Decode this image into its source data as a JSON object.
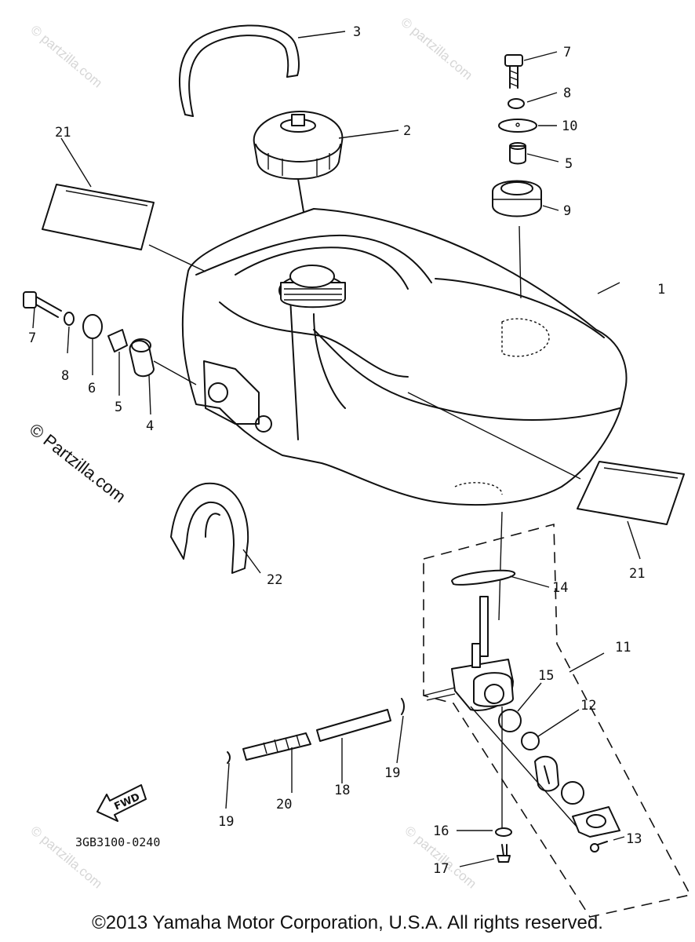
{
  "diagram": {
    "callouts": [
      {
        "id": "c1",
        "text": "1"
      },
      {
        "id": "c2",
        "text": "2"
      },
      {
        "id": "c3",
        "text": "3"
      },
      {
        "id": "c4",
        "text": "4"
      },
      {
        "id": "c5a",
        "text": "5"
      },
      {
        "id": "c5b",
        "text": "5"
      },
      {
        "id": "c6",
        "text": "6"
      },
      {
        "id": "c7a",
        "text": "7"
      },
      {
        "id": "c7b",
        "text": "7"
      },
      {
        "id": "c8a",
        "text": "8"
      },
      {
        "id": "c8b",
        "text": "8"
      },
      {
        "id": "c9",
        "text": "9"
      },
      {
        "id": "c10",
        "text": "10"
      },
      {
        "id": "c11",
        "text": "11"
      },
      {
        "id": "c12",
        "text": "12"
      },
      {
        "id": "c13",
        "text": "13"
      },
      {
        "id": "c14",
        "text": "14"
      },
      {
        "id": "c15",
        "text": "15"
      },
      {
        "id": "c16",
        "text": "16"
      },
      {
        "id": "c17",
        "text": "17"
      },
      {
        "id": "c18",
        "text": "18"
      },
      {
        "id": "c19a",
        "text": "19"
      },
      {
        "id": "c19b",
        "text": "19"
      },
      {
        "id": "c20",
        "text": "20"
      },
      {
        "id": "c21a",
        "text": "21"
      },
      {
        "id": "c21b",
        "text": "21"
      },
      {
        "id": "c22",
        "text": "22"
      }
    ],
    "diagram_code": "3GB3100-0240",
    "fwd_label": "FWD",
    "watermark_main": "© Partzilla.com",
    "watermark_faint": "© partzilla.com"
  },
  "footer": {
    "copyright": "©2013 Yamaha Motor Corporation, U.S.A. All rights reserved."
  },
  "colors": {
    "line": "#111111",
    "background": "#ffffff",
    "watermark": "#d6d6d6"
  }
}
